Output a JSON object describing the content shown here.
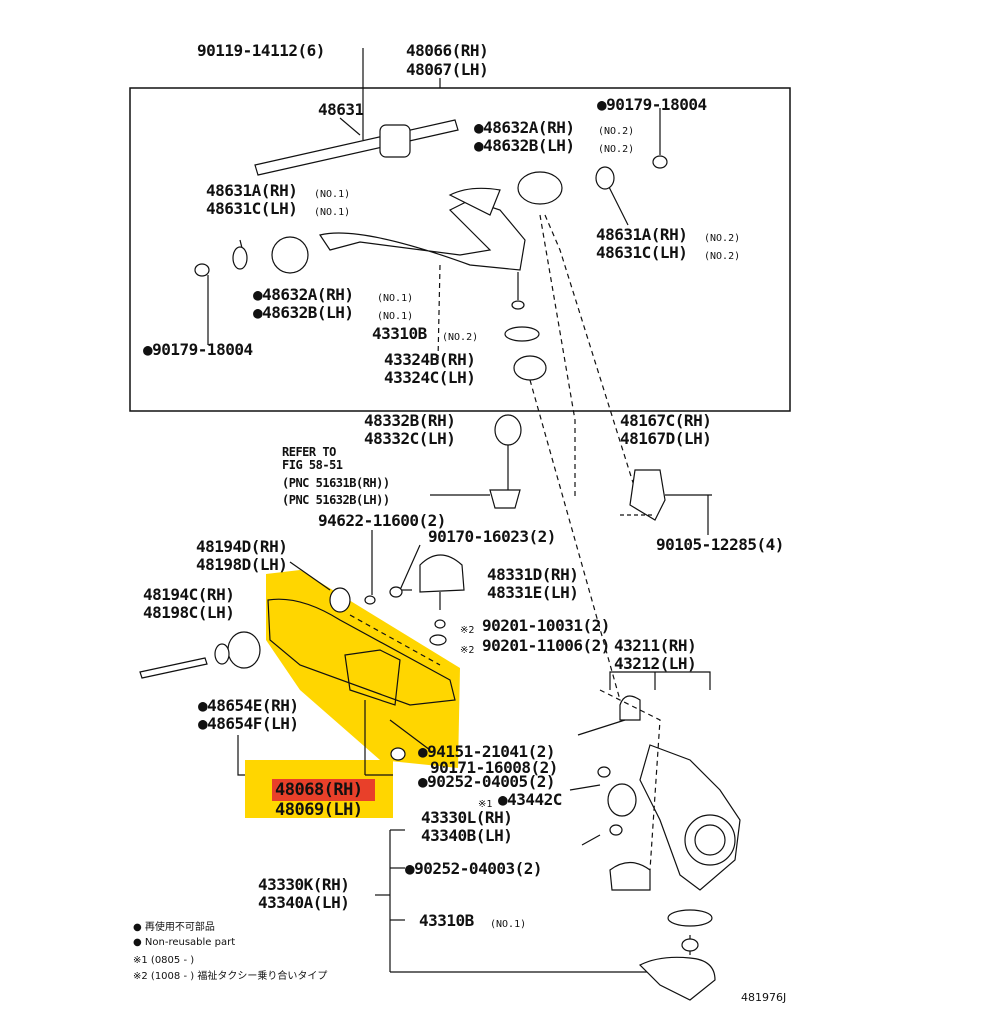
{
  "labels": {
    "bolt_90119": "90119-14112(6)",
    "arm_48066": "48066(RH)",
    "arm_48067": "48067(LH)",
    "shaft_48631": "48631",
    "bush_48632A_no2": "●48632A(RH)",
    "bush_48632B_no2": "●48632B(LH)",
    "no2_a": "(NO.2)",
    "no2_b": "(NO.2)",
    "nut_90179_top": "●90179-18004",
    "wash_48631A_no1": "48631A(RH)",
    "wash_48631C_no1": "48631C(LH)",
    "no1_a": "(NO.1)",
    "no1_b": "(NO.1)",
    "wash_48631A_no2": "48631A(RH)",
    "wash_48631C_no2": "48631C(LH)",
    "no2_c": "(NO.2)",
    "no2_d": "(NO.2)",
    "bush_48632A_no1": "●48632A(RH)",
    "bush_48632B_no1": "●48632B(LH)",
    "no1_c": "(NO.1)",
    "no1_d": "(NO.1)",
    "ring_43310B_upper": "43310B",
    "no2_e": "(NO.2)",
    "nut_90179_left": "●90179-18004",
    "boot_43324B": "43324B(RH)",
    "boot_43324C": "43324C(LH)",
    "bumper_48332B": "48332B(RH)",
    "bumper_48332C": "48332C(LH)",
    "bracket_48167C": "48167C(RH)",
    "bracket_48167D": "48167D(LH)",
    "refer_to": "REFER TO",
    "fig_ref": "FIG 58-51",
    "pnc_rh": "(PNC 51631B(RH))",
    "pnc_lh": "(PNC 51632B(LH))",
    "nut_94622": "94622-11600(2)",
    "bolt_90105": "90105-12285(4)",
    "cover_48194D": "48194D(RH)",
    "cover_48198D": "48198D(LH)",
    "nut_90170": "90170-16023(2)",
    "stopper_48331D": "48331D(RH)",
    "stopper_48331E": "48331E(LH)",
    "cover_48194C": "48194C(RH)",
    "cover_48198C": "48198C(LH)",
    "mark2_a": "※2",
    "spacer_90201_10031": "90201-10031(2)",
    "mark2_b": "※2",
    "spacer_90201_11006": "90201-11006(2)",
    "knuckle_43211": "43211(RH)",
    "knuckle_43212": "43212(LH)",
    "bush_48654E": "●48654E(RH)",
    "bush_48654F": "●48654F(LH)",
    "nut_94151": "●94151-21041(2)",
    "nut_90171": "90171-16008(2)",
    "pin_90252_04005": "●90252-04005(2)",
    "arm_48068": "48068(RH)",
    "arm_48069": "48069(LH)",
    "mark1": "※1",
    "seal_43442C": "●43442C",
    "joint_43330L": "43330L(RH)",
    "joint_43340B": "43340B(LH)",
    "pin_90252_04003": "●90252-04003(2)",
    "joint_43330K": "43330K(RH)",
    "joint_43340A": "43340A(LH)",
    "ring_43310B_lower": "43310B",
    "no1_e": "(NO.1)",
    "illus_no": "481976J"
  },
  "legend": {
    "line1": "● 再使用不可部品",
    "line2": "● Non-reusable part",
    "line3": "※1 (0805 -       )",
    "line4": "※2 (1008 -       ) 福祉タクシー乗り合いタイプ"
  },
  "colors": {
    "highlight": "#ffd600",
    "selected": "#e8402a",
    "line": "#111111"
  }
}
